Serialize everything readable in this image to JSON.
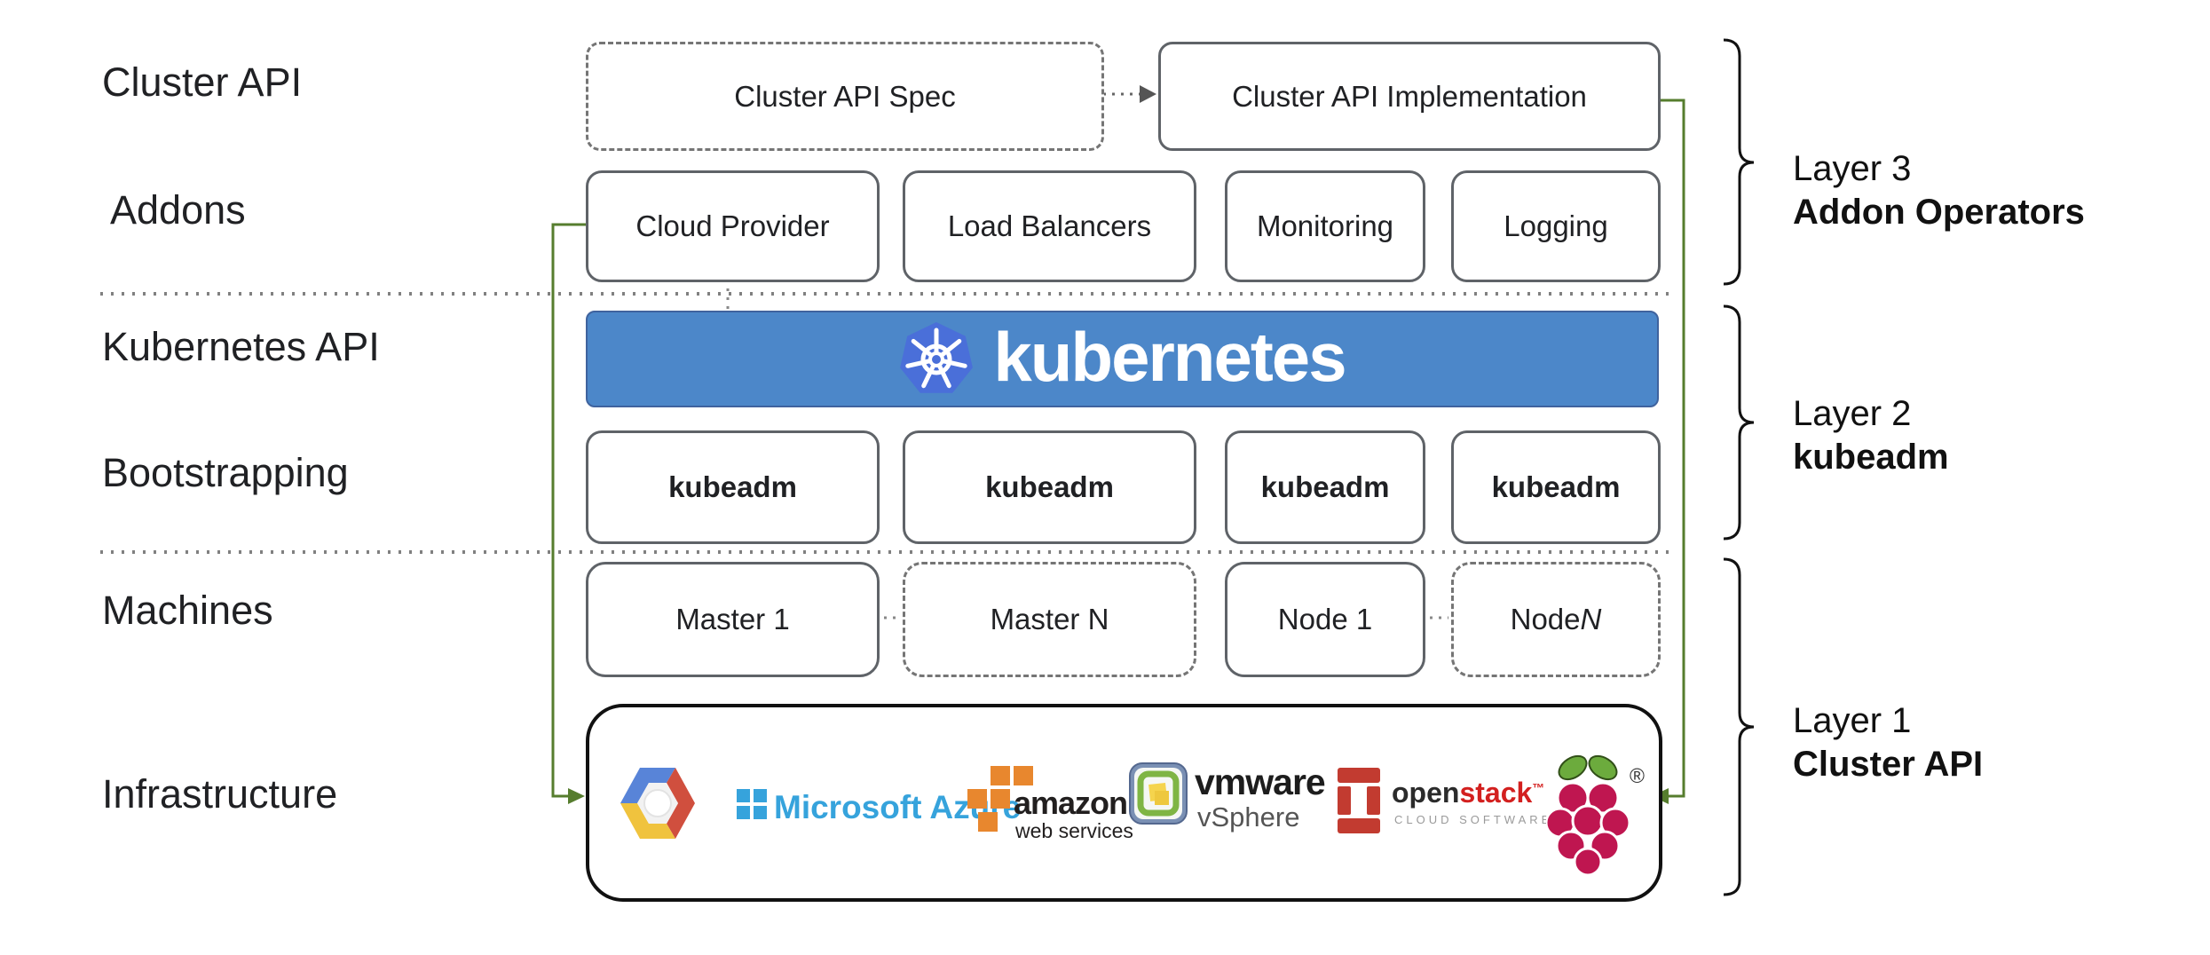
{
  "colors": {
    "banner_blue": "#4c87c9",
    "banner_border": "#3f639e",
    "kubernetes_logo_blue": "#4a6fd9",
    "connector_green": "#567d2e",
    "box_border_gray": "#5f6368",
    "dashed_gray": "#757575",
    "azure_blue": "#36a3dc",
    "aws_orange": "#e8872e",
    "openstack_red": "#c23b30",
    "raspberry_red": "#bf1650",
    "raspberry_leaf_green": "#6cab3d",
    "gcp_blue": "#5884d8",
    "gcp_red": "#d04f3e",
    "gcp_yellow": "#f0c33e",
    "vmware_green": "#7fb544",
    "vmware_slate": "#7a90b4"
  },
  "row_labels": {
    "cluster_api": "Cluster API",
    "addons": "Addons",
    "kubernetes_api": "Kubernetes API",
    "bootstrapping": "Bootstrapping",
    "machines": "Machines",
    "infrastructure": "Infrastructure"
  },
  "cluster_api_row": {
    "spec": "Cluster API Spec",
    "implementation": "Cluster API Implementation"
  },
  "addons": {
    "items": [
      {
        "label": "Cloud Provider"
      },
      {
        "label": "Load Balancers"
      },
      {
        "label": "Monitoring"
      },
      {
        "label": "Logging"
      }
    ]
  },
  "kubernetes_banner": {
    "wordmark": "kubernetes"
  },
  "bootstrapping": {
    "items": [
      {
        "label": "kubeadm"
      },
      {
        "label": "kubeadm"
      },
      {
        "label": "kubeadm"
      },
      {
        "label": "kubeadm"
      }
    ]
  },
  "machines": {
    "items": [
      {
        "label": "Master 1"
      },
      {
        "label": "Master N"
      },
      {
        "label": "Node 1"
      },
      {
        "label": "Node ",
        "n": "N"
      }
    ]
  },
  "infrastructure": {
    "providers": [
      "Google Cloud Platform",
      "Microsoft Azure",
      "Amazon Web Services",
      "VMware vSphere",
      "OpenStack",
      "Raspberry Pi"
    ],
    "azure_text": "Microsoft Azure",
    "aws_text": "amazon",
    "aws_subtext": "web services",
    "vmware_text": "vmware",
    "vmware_subtext": "vSphere",
    "openstack_text_open": "open",
    "openstack_text_stack": "stack",
    "openstack_tm": "™",
    "openstack_subtext": "CLOUD SOFTWARE",
    "raspberry_reg": "®"
  },
  "layers": {
    "items": [
      {
        "title": "Layer 3",
        "subtitle": "Addon Operators"
      },
      {
        "title": "Layer 2",
        "subtitle": "kubeadm"
      },
      {
        "title": "Layer 1",
        "subtitle": "Cluster API"
      }
    ]
  }
}
